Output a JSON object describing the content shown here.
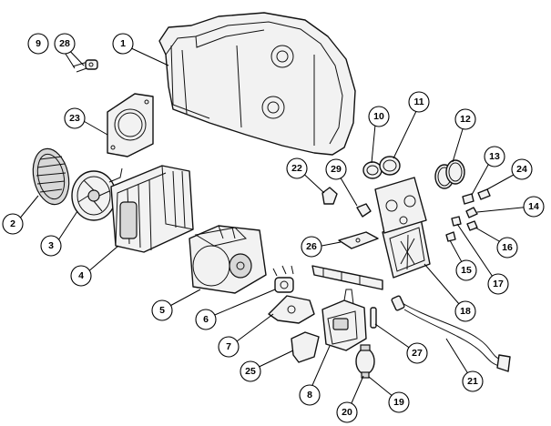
{
  "callouts": [
    {
      "id": "c1",
      "label": "1"
    },
    {
      "id": "c2",
      "label": "2"
    },
    {
      "id": "c3",
      "label": "3"
    },
    {
      "id": "c4",
      "label": "4"
    },
    {
      "id": "c5",
      "label": "5"
    },
    {
      "id": "c6",
      "label": "6"
    },
    {
      "id": "c7",
      "label": "7"
    },
    {
      "id": "c8",
      "label": "8"
    },
    {
      "id": "c9",
      "label": "9"
    },
    {
      "id": "c10",
      "label": "10"
    },
    {
      "id": "c11",
      "label": "11"
    },
    {
      "id": "c12",
      "label": "12"
    },
    {
      "id": "c13",
      "label": "13"
    },
    {
      "id": "c14",
      "label": "14"
    },
    {
      "id": "c15",
      "label": "15"
    },
    {
      "id": "c16",
      "label": "16"
    },
    {
      "id": "c17",
      "label": "17"
    },
    {
      "id": "c18",
      "label": "18"
    },
    {
      "id": "c19",
      "label": "19"
    },
    {
      "id": "c20",
      "label": "20"
    },
    {
      "id": "c21",
      "label": "21"
    },
    {
      "id": "c22",
      "label": "22"
    },
    {
      "id": "c23",
      "label": "23"
    },
    {
      "id": "c24",
      "label": "24"
    },
    {
      "id": "c25",
      "label": "25"
    },
    {
      "id": "c26",
      "label": "26"
    },
    {
      "id": "c27",
      "label": "27"
    },
    {
      "id": "c28",
      "label": "28"
    },
    {
      "id": "c29",
      "label": "29"
    }
  ]
}
